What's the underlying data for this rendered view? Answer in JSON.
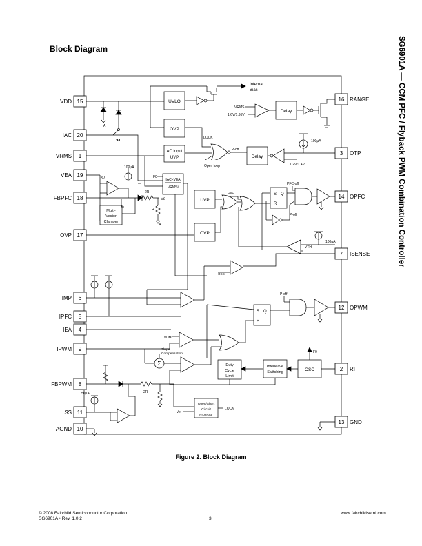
{
  "section_title": "Block Diagram",
  "side_title": "SG6901A — CCM PFC / Flyback PWM Combination Controller",
  "caption": "Figure 2.  Block Diagram",
  "footer": {
    "copyright": "© 2008 Fairchild Semiconductor Corporation",
    "part_rev": "SG6901A  •  Rev. 1.0.2",
    "page": "3",
    "website": "www.fairchildsemi.com"
  },
  "pins_left": [
    {
      "num": "15",
      "name": "VDD"
    },
    {
      "num": "20",
      "name": "IAC"
    },
    {
      "num": "1",
      "name": "VRMS"
    },
    {
      "num": "19",
      "name": "VEA"
    },
    {
      "num": "18",
      "name": "FBPFC"
    },
    {
      "num": "17",
      "name": "OVP"
    },
    {
      "num": "6",
      "name": "IMP"
    },
    {
      "num": "5",
      "name": "IPFC"
    },
    {
      "num": "4",
      "name": "IEA"
    },
    {
      "num": "9",
      "name": "IPWM"
    },
    {
      "num": "8",
      "name": "FBPWM"
    },
    {
      "num": "11",
      "name": "SS"
    },
    {
      "num": "10",
      "name": "AGND"
    }
  ],
  "pins_right": [
    {
      "num": "16",
      "name": "RANGE"
    },
    {
      "num": "3",
      "name": "OTP"
    },
    {
      "num": "14",
      "name": "OPFC"
    },
    {
      "num": "7",
      "name": "ISENSE"
    },
    {
      "num": "12",
      "name": "OPWM"
    },
    {
      "num": "2",
      "name": "RI"
    },
    {
      "num": "13",
      "name": "GND"
    }
  ],
  "blocks": {
    "uvlo": "UVLO",
    "ovp_top": "OVP",
    "ac_input_uvp": [
      "AC input",
      "UVP"
    ],
    "delay_range": "Delay",
    "delay_otp": "Delay",
    "multiplier": [
      "IAC×VEA",
      "VRMS²"
    ],
    "multi_vector": [
      "Multi-",
      "Vector",
      "Clamper"
    ],
    "uvp_mid": "UVP",
    "ovp_mid": "OVP",
    "duty_cycle": [
      "Duty",
      "Cycle",
      "Limit"
    ],
    "interleave": [
      "Interleave",
      "Switching"
    ],
    "osc": "OSC",
    "open_short": [
      "Open/Short",
      "Circuit",
      "Protector"
    ],
    "sum": "Σ"
  },
  "labels": {
    "internal_bias": [
      "Internal",
      "Bias"
    ],
    "vrms_th": "VRMS",
    "vrms_levels": "1.6V/1.95V",
    "lock": "LOCK",
    "lock_out": "LOCK",
    "open_loop": "Open loop",
    "p_off": "P-off",
    "p_off2": "P-off",
    "i100a": "100μA",
    "i100b": "100μA",
    "i100c": "100μA",
    "i50": "50μA",
    "otp_th": "1.2V/1.4V",
    "three_v": "3V",
    "two_r": "2R",
    "two_r2": "2R",
    "r": "R",
    "ve": "Ve",
    "ve2": "Ve",
    "f0": "F0",
    "f0b": "F0",
    "osc_lbl": "OSC",
    "pfc_off": "PFC-off",
    "vth": "VTH",
    "vlim": "VLIM",
    "slope": [
      "Slope",
      "Compensation"
    ],
    "s": "S",
    "q": "Q",
    "r_ff": "R",
    "s2": "S",
    "q2": "Q",
    "r_ff2": "R",
    "sw_a": "A",
    "sw_s": "S",
    "gnd_a": "A",
    "gnd_a2": "A",
    "osc2": "OSC"
  }
}
